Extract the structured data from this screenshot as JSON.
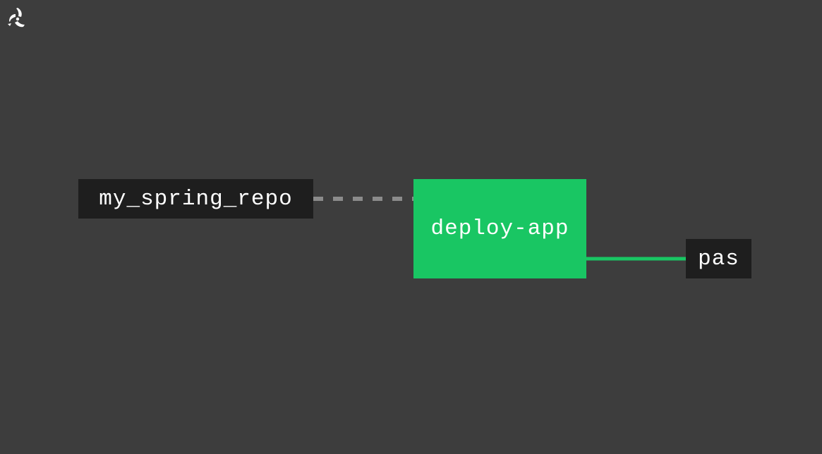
{
  "colors": {
    "background": "#3d3d3d",
    "resource_box": "#1e1e1e",
    "job_succeeded": "#19c663",
    "input_edge": "#8b8b8b",
    "output_edge": "#19c663",
    "text": "#ffffff"
  },
  "header": {
    "logo_icon": "concourse-logo-icon"
  },
  "pipeline": {
    "input_resource": {
      "name": "my_spring_repo"
    },
    "job": {
      "name": "deploy-app",
      "status": "succeeded"
    },
    "output_resource": {
      "name": "pas"
    }
  }
}
